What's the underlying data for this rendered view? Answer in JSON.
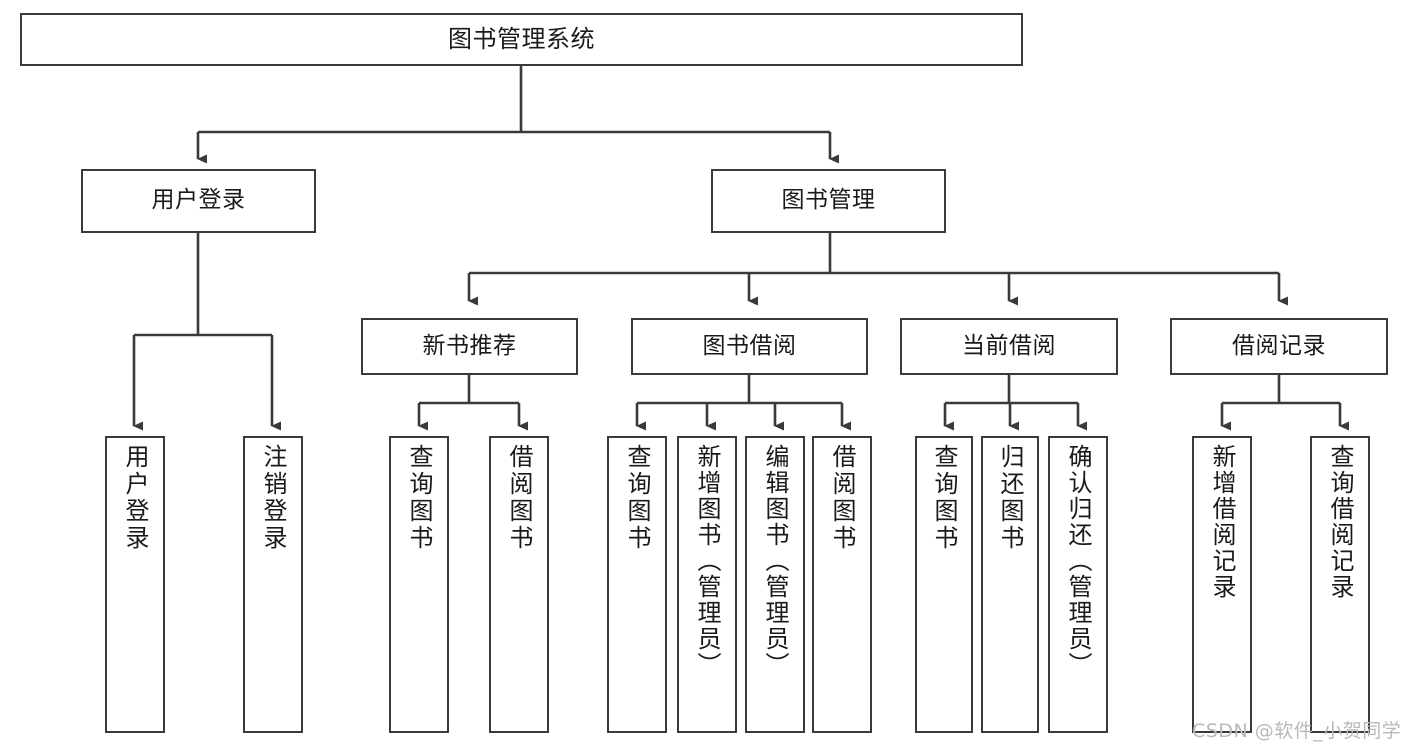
{
  "diagram": {
    "title": "图书管理系统",
    "type": "tree-hierarchy",
    "root": {
      "label": "图书管理系统"
    },
    "level1": [
      {
        "label": "用户登录"
      },
      {
        "label": "图书管理"
      }
    ],
    "level2": [
      {
        "label": "新书推荐"
      },
      {
        "label": "图书借阅"
      },
      {
        "label": "当前借阅"
      },
      {
        "label": "借阅记录"
      }
    ],
    "leaves": {
      "user_login": [
        {
          "label": "用户登录"
        },
        {
          "label": "注销登录"
        }
      ],
      "new_book_recommend": [
        {
          "label": "查询图书"
        },
        {
          "label": "借阅图书"
        }
      ],
      "book_borrow": [
        {
          "label": "查询图书"
        },
        {
          "label": "新增图书（管理员）"
        },
        {
          "label": "编辑图书（管理员）"
        },
        {
          "label": "借阅图书"
        }
      ],
      "current_borrow": [
        {
          "label": "查询图书"
        },
        {
          "label": "归还图书"
        },
        {
          "label": "确认归还（管理员）"
        }
      ],
      "borrow_record": [
        {
          "label": "新增借阅记录"
        },
        {
          "label": "查询借阅记录"
        }
      ]
    }
  },
  "watermark": {
    "text": "CSDN @软件_小贺同学"
  },
  "colors": {
    "box_border": "#3a3a3a",
    "line": "#3a3a3a",
    "background": "#ffffff",
    "text": "#1a1a1a",
    "watermark": "#b9b9b9"
  }
}
